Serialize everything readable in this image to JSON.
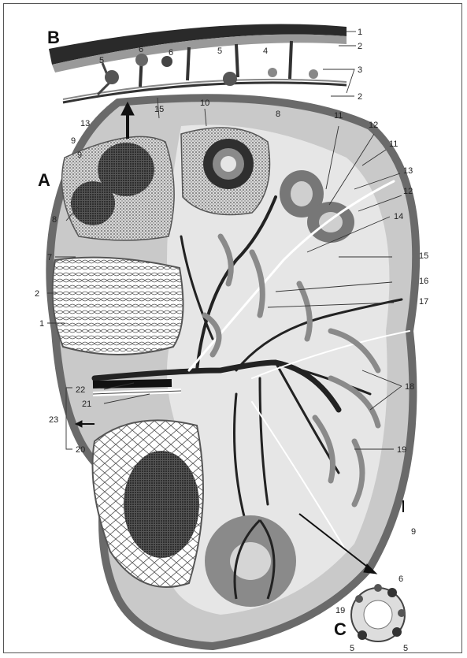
{
  "panels": {
    "a": "A",
    "b": "B",
    "c": "C"
  },
  "labels": {
    "n1": "1",
    "n2": "2",
    "n3": "3",
    "n4": "4",
    "n5a": "5",
    "n5b": "5",
    "n6a": "6",
    "n6b": "6",
    "n2b": "2",
    "n13top": "13",
    "n15top": "15",
    "n10": "10",
    "n9top": "9",
    "n8top": "8",
    "n11a": "11",
    "n12a": "12",
    "n11b": "11",
    "n13r": "13",
    "n12b": "12",
    "n14": "14",
    "n15r": "15",
    "n16": "16",
    "n17": "17",
    "n18": "18",
    "n19": "19",
    "n9left": "9",
    "n8left": "8",
    "n7": "7",
    "n2left": "2",
    "n1left": "1",
    "n22": "22",
    "n21": "21",
    "n23": "23",
    "n20": "20",
    "n9bottom": "9",
    "n6c": "6",
    "n19c": "19",
    "n5c": "5",
    "n5d": "5"
  },
  "colors": {
    "ink": "#1a1a1a",
    "capsule": "#8c8c8c",
    "cortex": "#c9c9c9",
    "medulla": "#e4e4e4",
    "dark": "#3a3a3a"
  }
}
